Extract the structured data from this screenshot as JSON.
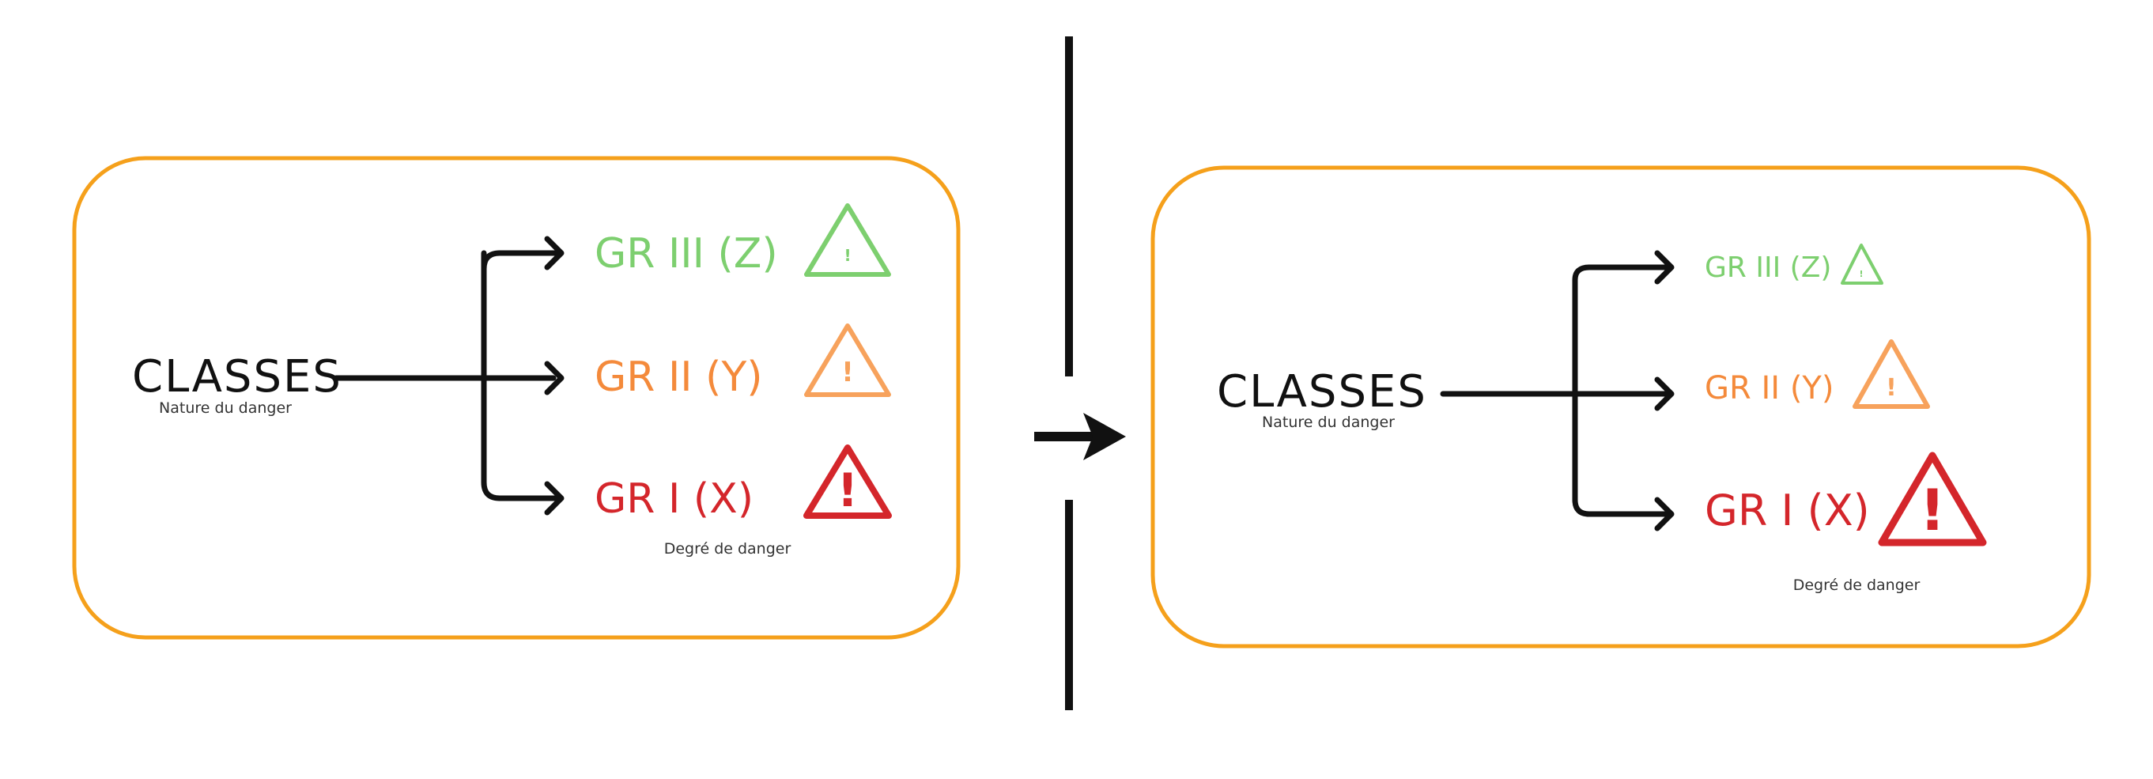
{
  "diagram": {
    "panels": [
      {
        "id": "before",
        "classes_label": "CLASSES",
        "classes_sublabel": "Nature du danger",
        "groups": [
          {
            "label": "GR III (Z)",
            "color": "#7dcf6f",
            "icon": "warning-triangle-icon"
          },
          {
            "label": "GR II (Y)",
            "color": "#f48a3b",
            "icon": "warning-triangle-icon"
          },
          {
            "label": "GR I (X)",
            "color": "#d4262b",
            "icon": "warning-triangle-icon"
          }
        ],
        "groups_caption": "Degré de danger"
      },
      {
        "id": "after",
        "classes_label": "CLASSES",
        "classes_sublabel": "Nature du danger",
        "groups": [
          {
            "label": "GR III (Z)",
            "color": "#7dcf6f",
            "icon": "warning-triangle-icon"
          },
          {
            "label": "GR II (Y)",
            "color": "#f48a3b",
            "icon": "warning-triangle-icon"
          },
          {
            "label": "GR I (X)",
            "color": "#d4262b",
            "icon": "warning-triangle-icon"
          }
        ],
        "groups_caption": "Degré de danger"
      }
    ],
    "colors": {
      "panel_border": "#f5a01b",
      "line": "#111111",
      "triangle_gr3": "#7dcf6f",
      "triangle_gr2": "#f7a25c",
      "triangle_gr1": "#d4262b"
    }
  }
}
